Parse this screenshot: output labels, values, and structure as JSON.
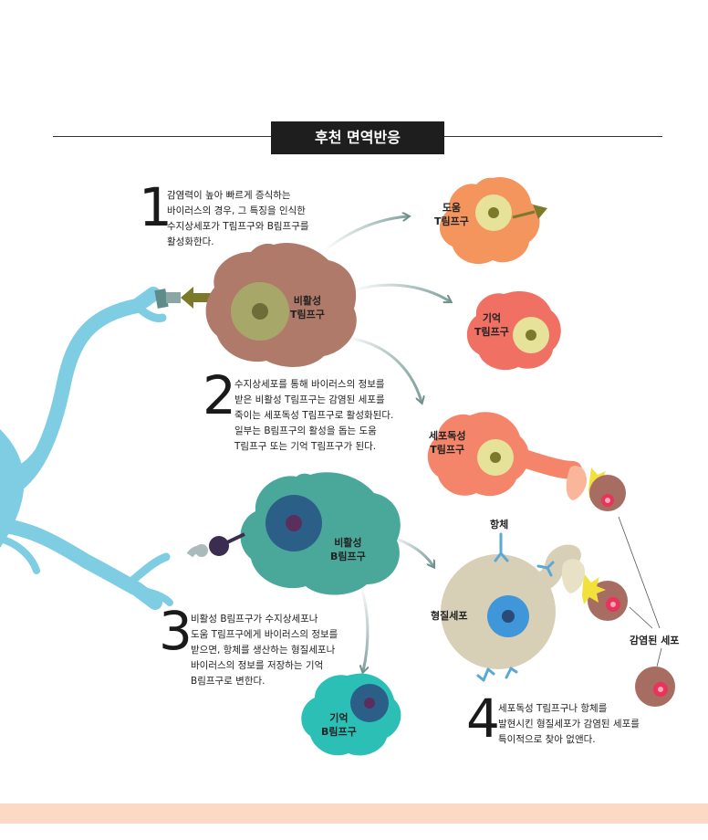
{
  "title": "후천 면역반응",
  "steps": [
    {
      "number": "1",
      "lines": [
        "감염력이 높아 빠르게 증식하는",
        "바이러스의 경우, 그 특징을 인식한",
        "수지상세포가 T림프구와 B림프구를",
        "활성화한다."
      ]
    },
    {
      "number": "2",
      "lines": [
        "수지상세포를 통해 바이러스의 정보를",
        "받은 비활성 T림프구는 감염된 세포를",
        "죽이는 세포독성 T림프구로 활성화된다.",
        "일부는 B림프구의 활성을 돕는 도움",
        "T림프구 또는 기억 T림프구가 된다."
      ]
    },
    {
      "number": "3",
      "lines": [
        "비활성 B림프구가 수지상세포나",
        "도움 T림프구에게 바이러스의 정보를",
        "받으면, 항체를 생산하는 형질세포나",
        "바이러스의 정보를 저장하는 기억",
        "B림프구로 변한다."
      ]
    },
    {
      "number": "4",
      "lines": [
        "세포독성 T림프구나 항체를",
        "발현시킨 형질세포가 감염된 세포를",
        "특이적으로 찾아 없앤다."
      ]
    }
  ],
  "cells": {
    "inactive_t": [
      "비활성",
      "T림프구"
    ],
    "helper_t": [
      "도움",
      "T림프구"
    ],
    "memory_t": [
      "기억",
      "T림프구"
    ],
    "cytotoxic_t": [
      "세포독성",
      "T림프구"
    ],
    "inactive_b": [
      "비활성",
      "B림프구"
    ],
    "memory_b": [
      "기억",
      "B림프구"
    ],
    "plasma": "형질세포",
    "antibody": "항체",
    "infected": "감염된 세포"
  },
  "colors": {
    "dendritic": "#7ecde2",
    "inactive_t": "#b07a6a",
    "helper_t": "#f4955e",
    "memory_t": "#f07163",
    "cytotoxic_t": "#f4856a",
    "inactive_b": "#4aa89b",
    "memory_b": "#2bbfb5",
    "plasma": "#d8d0b6",
    "infected": "#a86d62",
    "virus": "#e8335b",
    "arrow": "#9ab8b5",
    "footer_band": "#fcd9c4"
  }
}
